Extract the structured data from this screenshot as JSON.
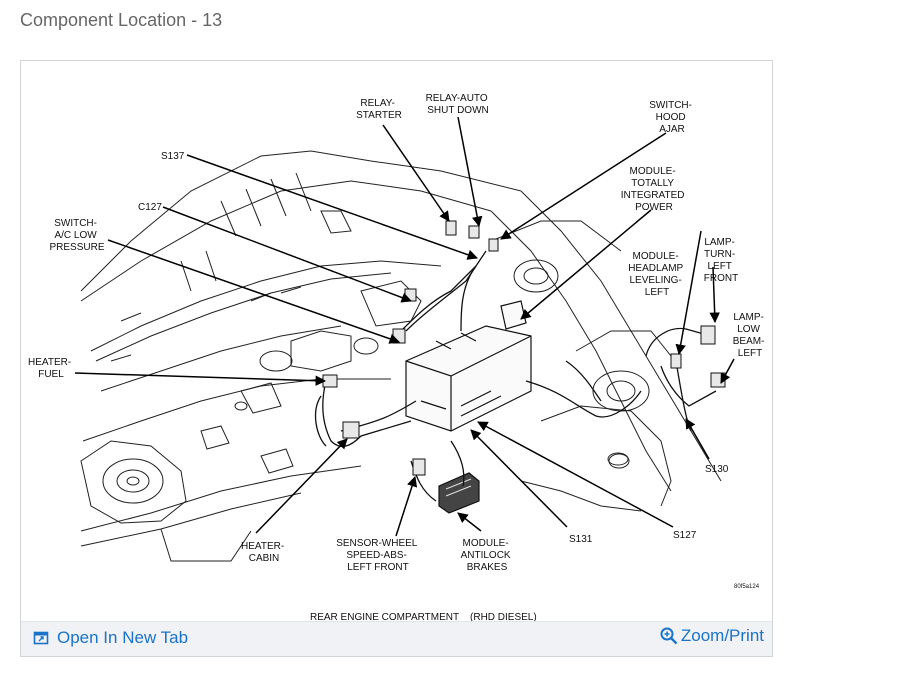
{
  "page": {
    "title": "Component Location - 13"
  },
  "diagram": {
    "labels": {
      "relay_starter": [
        "RELAY-",
        "STARTER"
      ],
      "relay_asd": [
        "RELAY-AUTO",
        "SHUT DOWN"
      ],
      "switch_hood": [
        "SWITCH-",
        "HOOD",
        "AJAR"
      ],
      "s137": "S137",
      "module_tip": [
        "MODULE-",
        "TOTALLY",
        "INTEGRATED",
        "POWER"
      ],
      "c127": "C127",
      "switch_ac": [
        "SWITCH-",
        "A/C LOW",
        "PRESSURE"
      ],
      "module_headlamp": [
        "MODULE-",
        "HEADLAMP",
        "LEVELING-",
        "LEFT"
      ],
      "lamp_turn": [
        "LAMP-",
        "TURN-",
        "LEFT",
        "FRONT"
      ],
      "lamp_low": [
        "LAMP-",
        "LOW",
        "BEAM-",
        "LEFT"
      ],
      "heater_fuel": [
        "HEATER-",
        "FUEL"
      ],
      "s130": "S130",
      "heater_cabin": [
        "HEATER-",
        "CABIN"
      ],
      "sensor_wheel": [
        "SENSOR-WHEEL",
        "SPEED-ABS-",
        "LEFT FRONT"
      ],
      "module_abs": [
        "MODULE-",
        "ANTILOCK",
        "BRAKES"
      ],
      "s131": "S131",
      "s127": "S127",
      "figure_code": "80f5a124",
      "caption": "REAR ENGINE COMPARTMENT    (RHD DIESEL)"
    }
  },
  "footer": {
    "open_tab_label": "Open In New Tab",
    "zoom_print_label": "Zoom/Print"
  },
  "colors": {
    "link": "#1a73c8",
    "title": "#666666",
    "footer_bg": "#f0f2f5"
  }
}
